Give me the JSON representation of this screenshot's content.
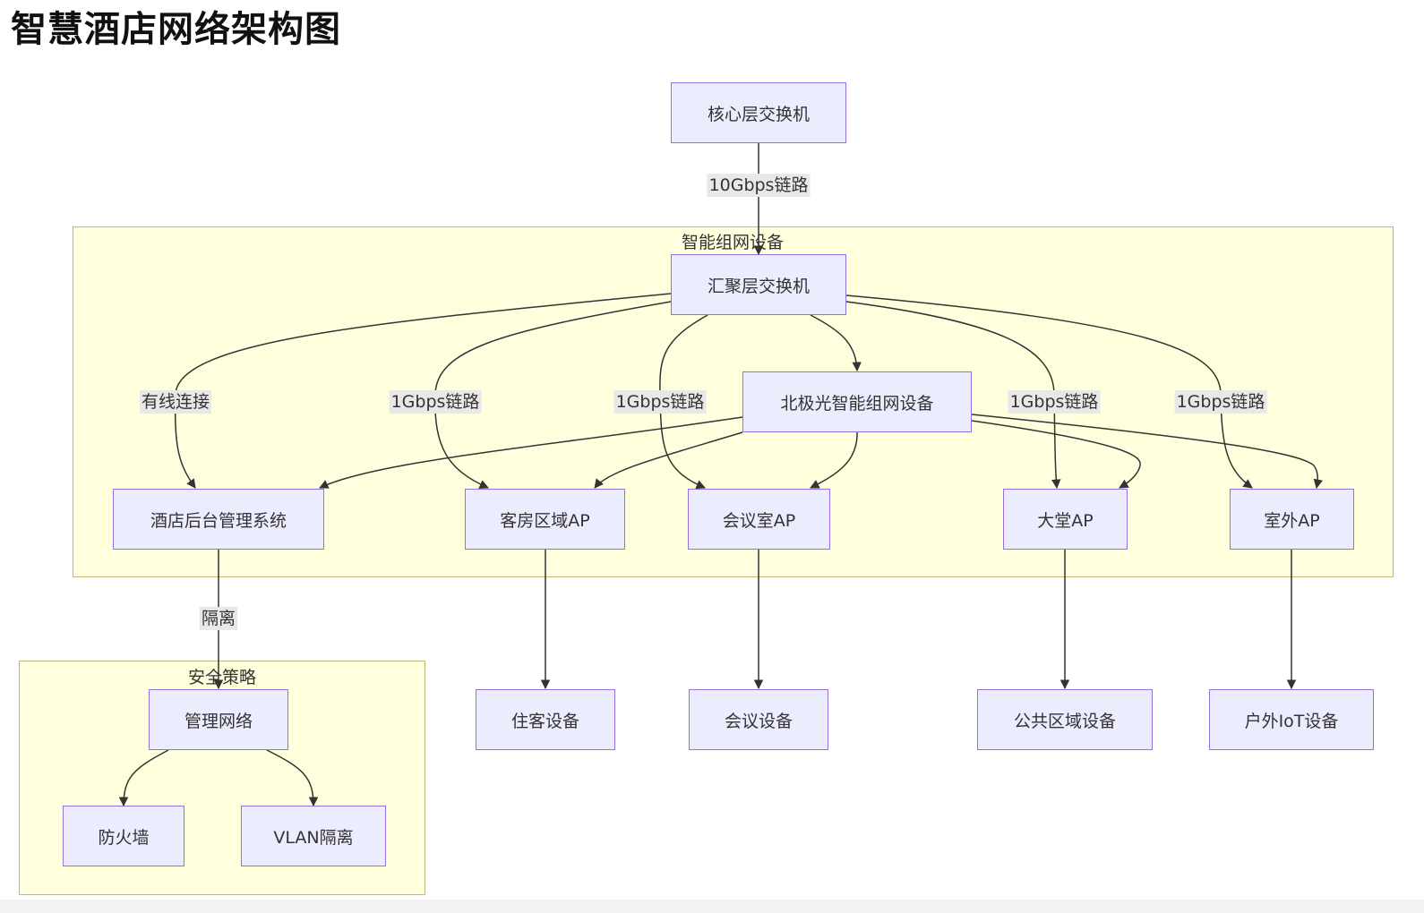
{
  "title": "智慧酒店网络架构图",
  "clusters": {
    "smart": {
      "label": "智能组网设备"
    },
    "security": {
      "label": "安全策略"
    }
  },
  "nodes": {
    "core": "核心层交换机",
    "agg": "汇聚层交换机",
    "aurora": "北极光智能组网设备",
    "backend": "酒店后台管理系统",
    "room_ap": "客房区域AP",
    "meeting_ap": "会议室AP",
    "lobby_ap": "大堂AP",
    "outdoor_ap": "室外AP",
    "mgmt_net": "管理网络",
    "firewall": "防火墙",
    "vlan": "VLAN隔离",
    "guest_dev": "住客设备",
    "meeting_dev": "会议设备",
    "public_dev": "公共区域设备",
    "iot_dev": "户外IoT设备"
  },
  "edge_labels": {
    "core_agg": "10Gbps链路",
    "agg_backend": "有线连接",
    "agg_room": "1Gbps链路",
    "agg_meeting": "1Gbps链路",
    "agg_lobby": "1Gbps链路",
    "agg_outdoor": "1Gbps链路",
    "backend_mgmt": "隔离"
  },
  "colors": {
    "node_fill": "#ececff",
    "node_border": "#9370db",
    "cluster_fill": "#ffffde",
    "cluster_border": "#b9b97a",
    "edge_label_bg": "#e8e8e8"
  }
}
